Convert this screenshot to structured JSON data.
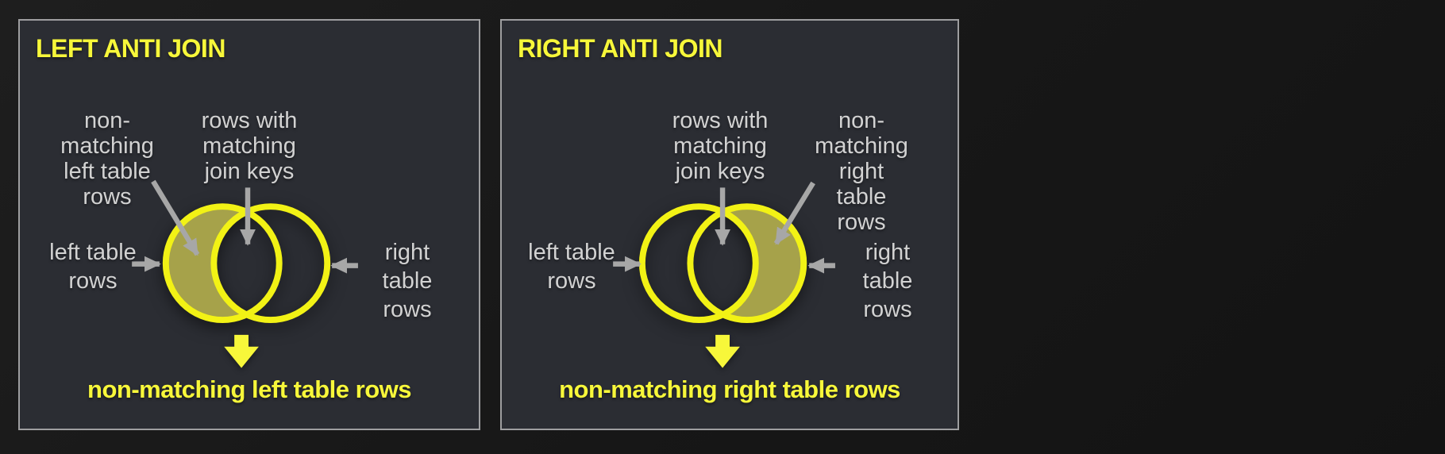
{
  "left_panel": {
    "title": "LEFT ANTI JOIN",
    "label_non_matching": "non-\nmatching\nleft table\nrows",
    "label_matching": "rows with\nmatching\njoin keys",
    "label_left_table": "left table\nrows",
    "label_right_table": "right table\nrows",
    "caption": "non-matching left table rows"
  },
  "right_panel": {
    "title": "RIGHT ANTI JOIN",
    "label_matching": "rows with\nmatching\njoin keys",
    "label_non_matching": "non-\nmatching\nright table\nrows",
    "label_left_table": "left table\nrows",
    "label_right_table": "right table\nrows",
    "caption": "non-matching right table rows"
  },
  "colors": {
    "page_background": "#1a1a1a",
    "panel_background": "#2b2d33",
    "panel_border": "#9e9ea0",
    "accent_yellow": "#f7f73a",
    "venn_stroke": "#f2f215",
    "crescent_fill": "#a6a24a",
    "label_gray": "#d2d2d2",
    "arrow_gray": "#a7a7a7"
  }
}
